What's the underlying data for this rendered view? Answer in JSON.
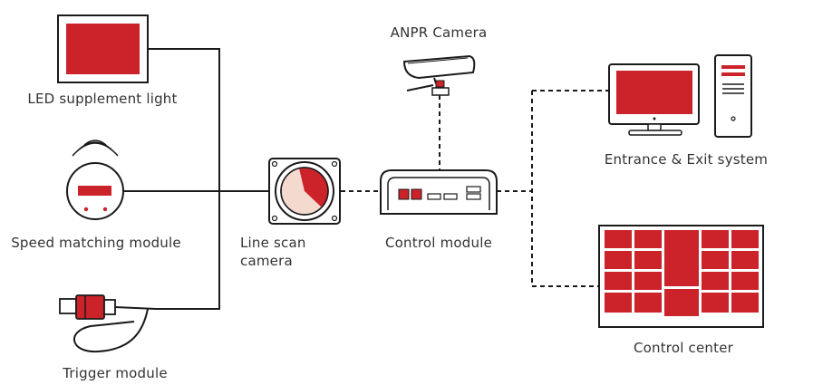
{
  "colors": {
    "accent": "#cc2229",
    "line": "#1a1a1a",
    "light_sector": "#f4d9cf",
    "background": "#ffffff"
  },
  "nodes": {
    "led_light": {
      "label": "LED supplement light",
      "icon": "led-panel-icon"
    },
    "speed_module": {
      "label": "Speed matching module",
      "icon": "speed-sensor-icon"
    },
    "trigger_module": {
      "label": "Trigger module",
      "icon": "cable-connector-icon"
    },
    "line_scan_camera": {
      "label": "Line scan\ncamera",
      "icon": "line-scan-camera-icon"
    },
    "control_module": {
      "label": "Control module",
      "icon": "control-box-icon"
    },
    "anpr_camera": {
      "label": "ANPR Camera",
      "icon": "anpr-camera-icon"
    },
    "entrance_exit": {
      "label": "Entrance & Exit system",
      "icon": "desktop-computer-icon"
    },
    "control_center": {
      "label": "Control center",
      "icon": "video-wall-icon"
    }
  },
  "connections": [
    {
      "from": "led_light",
      "to": "line_scan_camera",
      "style": "solid"
    },
    {
      "from": "speed_module",
      "to": "line_scan_camera",
      "style": "solid"
    },
    {
      "from": "trigger_module",
      "to": "line_scan_camera",
      "style": "solid"
    },
    {
      "from": "line_scan_camera",
      "to": "control_module",
      "style": "dashed"
    },
    {
      "from": "anpr_camera",
      "to": "control_module",
      "style": "dashed"
    },
    {
      "from": "control_module",
      "to": "entrance_exit",
      "style": "dashed"
    },
    {
      "from": "control_module",
      "to": "control_center",
      "style": "dashed"
    }
  ]
}
